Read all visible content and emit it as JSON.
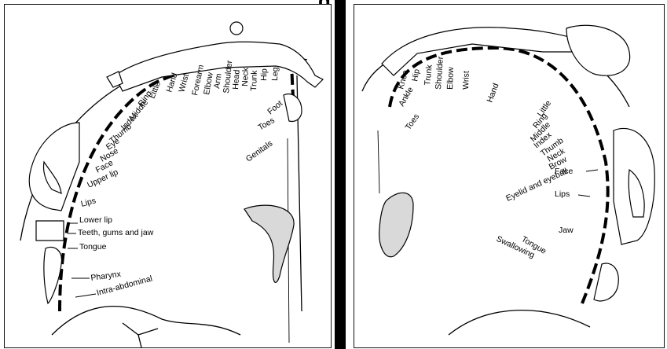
{
  "title": "g  p",
  "left_panel": {
    "labels": [
      "Little",
      "Hand",
      "Wrist",
      "Forearm",
      "Elbow",
      "Arm",
      "Shoulder",
      "Head",
      "Neck",
      "Trunk",
      "Hip",
      "Leg",
      "Ring",
      "Middle",
      "Index",
      "Thumb",
      "Eye",
      "Nose",
      "Face",
      "Upper lip",
      "Lips",
      "Lower lip",
      "Teeth, gums and jaw",
      "Tongue",
      "Pharynx",
      "Intra-abdominal",
      "Foot",
      "Toes",
      "Genitals"
    ]
  },
  "right_panel": {
    "labels": [
      "Knee",
      "Hip",
      "Trunk",
      "Shoulder",
      "Elbow",
      "Wrist",
      "Hand",
      "Ankle",
      "Toes",
      "Little",
      "Ring",
      "Middle",
      "Index",
      "Thumb",
      "Neck",
      "Brow",
      "Eyelid and eyeball",
      "Face",
      "Lips",
      "Jaw",
      "Tongue",
      "Swallowing"
    ]
  }
}
